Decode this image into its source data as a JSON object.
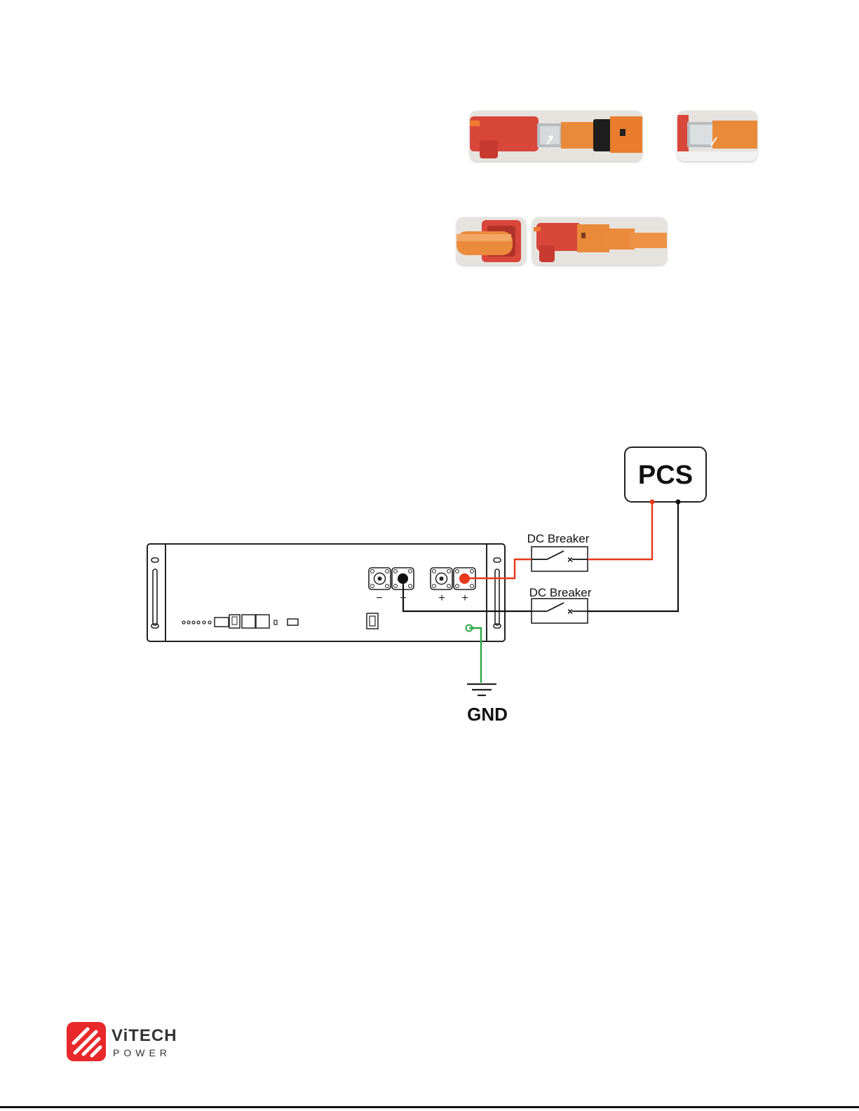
{
  "diagram": {
    "pcs_label": "PCS",
    "breaker_top_label": "DC Breaker",
    "breaker_bottom_label": "DC Breaker",
    "gnd_label": "GND",
    "terminal_labels": [
      "−",
      "−",
      "+",
      "+"
    ],
    "colors": {
      "positive_wire": "#e8381b",
      "negative_wire": "#111111",
      "ground_wire": "#2aa845",
      "outline": "#222222"
    }
  },
  "logo": {
    "name": "ViTECH",
    "sub": "POWER",
    "brand_color": "#e8282b"
  },
  "photos": [
    {
      "icon": "connector-crimp-photo-icon"
    },
    {
      "icon": "connector-crimp-detail-photo-icon"
    },
    {
      "icon": "connector-sleeve-photo-icon"
    },
    {
      "icon": "connector-assembled-photo-icon"
    }
  ]
}
